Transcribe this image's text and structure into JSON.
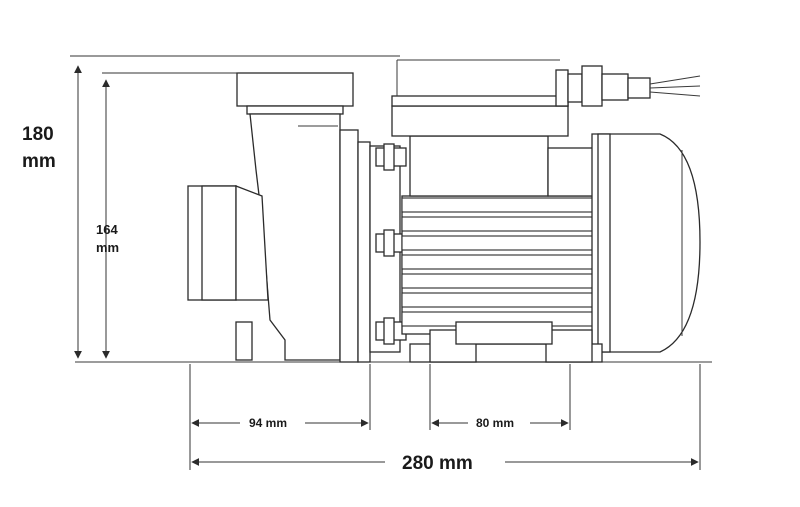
{
  "dimensions": {
    "overall_height": {
      "value": "180",
      "unit": "mm"
    },
    "body_height": {
      "value": "164",
      "unit": "mm"
    },
    "pump_head_length": "94 mm",
    "foot_spacing": "80 mm",
    "overall_length": "280 mm"
  }
}
